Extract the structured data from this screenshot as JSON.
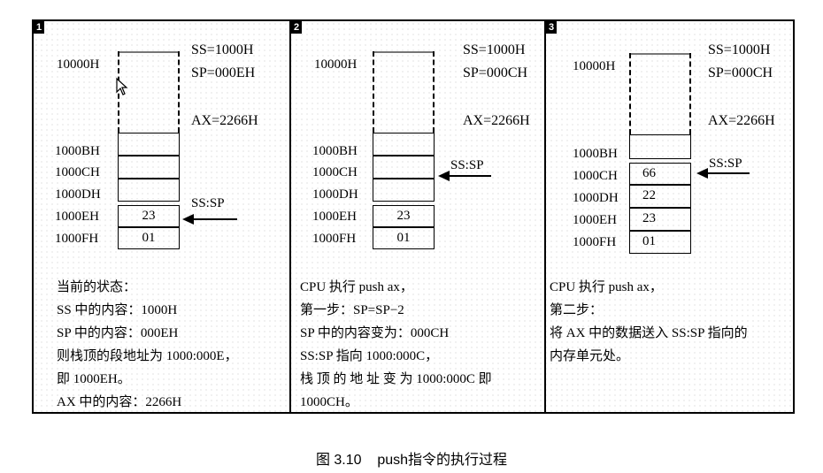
{
  "panels": [
    {
      "number": "1",
      "registers": {
        "ss": "SS=1000H",
        "sp": "SP=000EH",
        "ax": "AX=2266H"
      },
      "top_address": "10000H",
      "addresses": [
        "1000BH",
        "1000CH",
        "1000DH",
        "1000EH",
        "1000FH"
      ],
      "cells": [
        "",
        "",
        "",
        "23",
        "01"
      ],
      "pointer_label": "SS:SP",
      "description": [
        "当前的状态：",
        "SS 中的内容：1000H",
        "SP 中的内容：000EH",
        "则栈顶的段地址为  1000:000E，",
        "即 1000EH。",
        "AX 中的内容：2266H"
      ]
    },
    {
      "number": "2",
      "registers": {
        "ss": "SS=1000H",
        "sp": "SP=000CH",
        "ax": "AX=2266H"
      },
      "top_address": "10000H",
      "addresses": [
        "1000BH",
        "1000CH",
        "1000DH",
        "1000EH",
        "1000FH"
      ],
      "cells": [
        "",
        "",
        "",
        "23",
        "01"
      ],
      "pointer_label": "SS:SP",
      "description": [
        "CPU 执行  push ax，",
        "第一步：SP=SP−2",
        "SP 中的内容变为：000CH",
        "SS:SP 指向 1000:000C，",
        "栈 顶 的 地 址 变 为  1000:000C  即",
        "1000CH。"
      ]
    },
    {
      "number": "3",
      "registers": {
        "ss": "SS=1000H",
        "sp": "SP=000CH",
        "ax": "AX=2266H"
      },
      "top_address": "10000H",
      "addresses": [
        "1000BH",
        "1000CH",
        "1000DH",
        "1000EH",
        "1000FH"
      ],
      "cells": [
        "",
        "66",
        "22",
        "23",
        "01"
      ],
      "pointer_label": "SS:SP",
      "description": [
        "CPU 执行  push ax，",
        "第二步：",
        "将 AX 中的数据送入 SS:SP 指向的",
        "内存单元处。"
      ]
    }
  ],
  "caption": "图 3.10    push指令的执行过程"
}
